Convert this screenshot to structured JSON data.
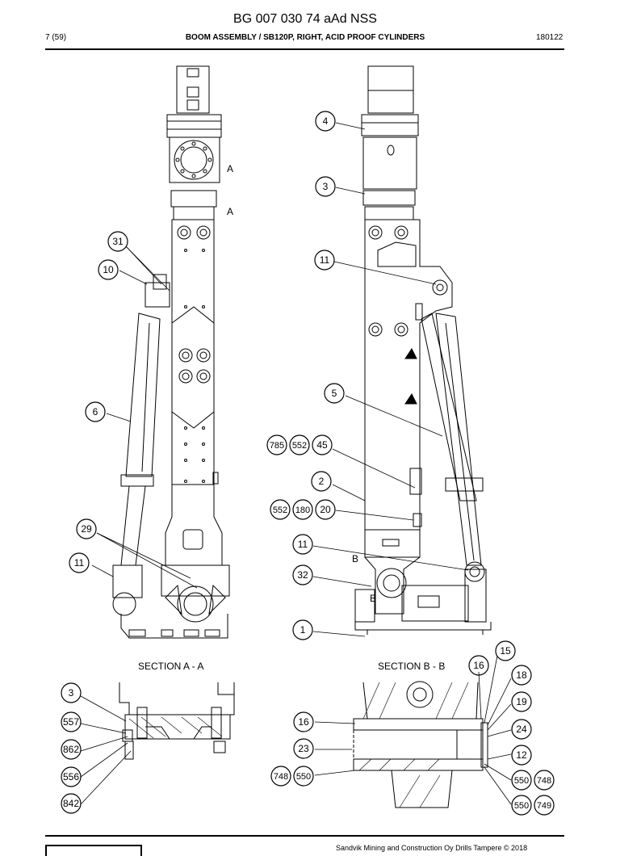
{
  "header": {
    "title": "BG 007 030 74 aAd NSS",
    "page": "7 (59)",
    "description": "BOOM ASSEMBLY / SB120P, RIGHT, ACID PROOF CYLINDERS",
    "date": "180122"
  },
  "sections": {
    "aa": "SECTION A - A",
    "bb": "SECTION B - B"
  },
  "view_letters": {
    "a": "A",
    "b": "B"
  },
  "callouts": {
    "left_view": [
      "31",
      "10",
      "6",
      "29",
      "11"
    ],
    "right_view": [
      "4",
      "3",
      "11",
      "5",
      "785",
      "552",
      "45",
      "2",
      "552",
      "180",
      "20",
      "11",
      "32",
      "1"
    ],
    "section_aa": [
      "3",
      "557",
      "862",
      "556",
      "842"
    ],
    "section_bb": [
      "15",
      "16",
      "18",
      "19",
      "24",
      "12",
      "16",
      "23",
      "748",
      "550",
      "550",
      "748",
      "550",
      "749"
    ]
  },
  "footer": {
    "copyright": "Sandvik Mining and Construction Oy Drills Tampere © 2018"
  }
}
